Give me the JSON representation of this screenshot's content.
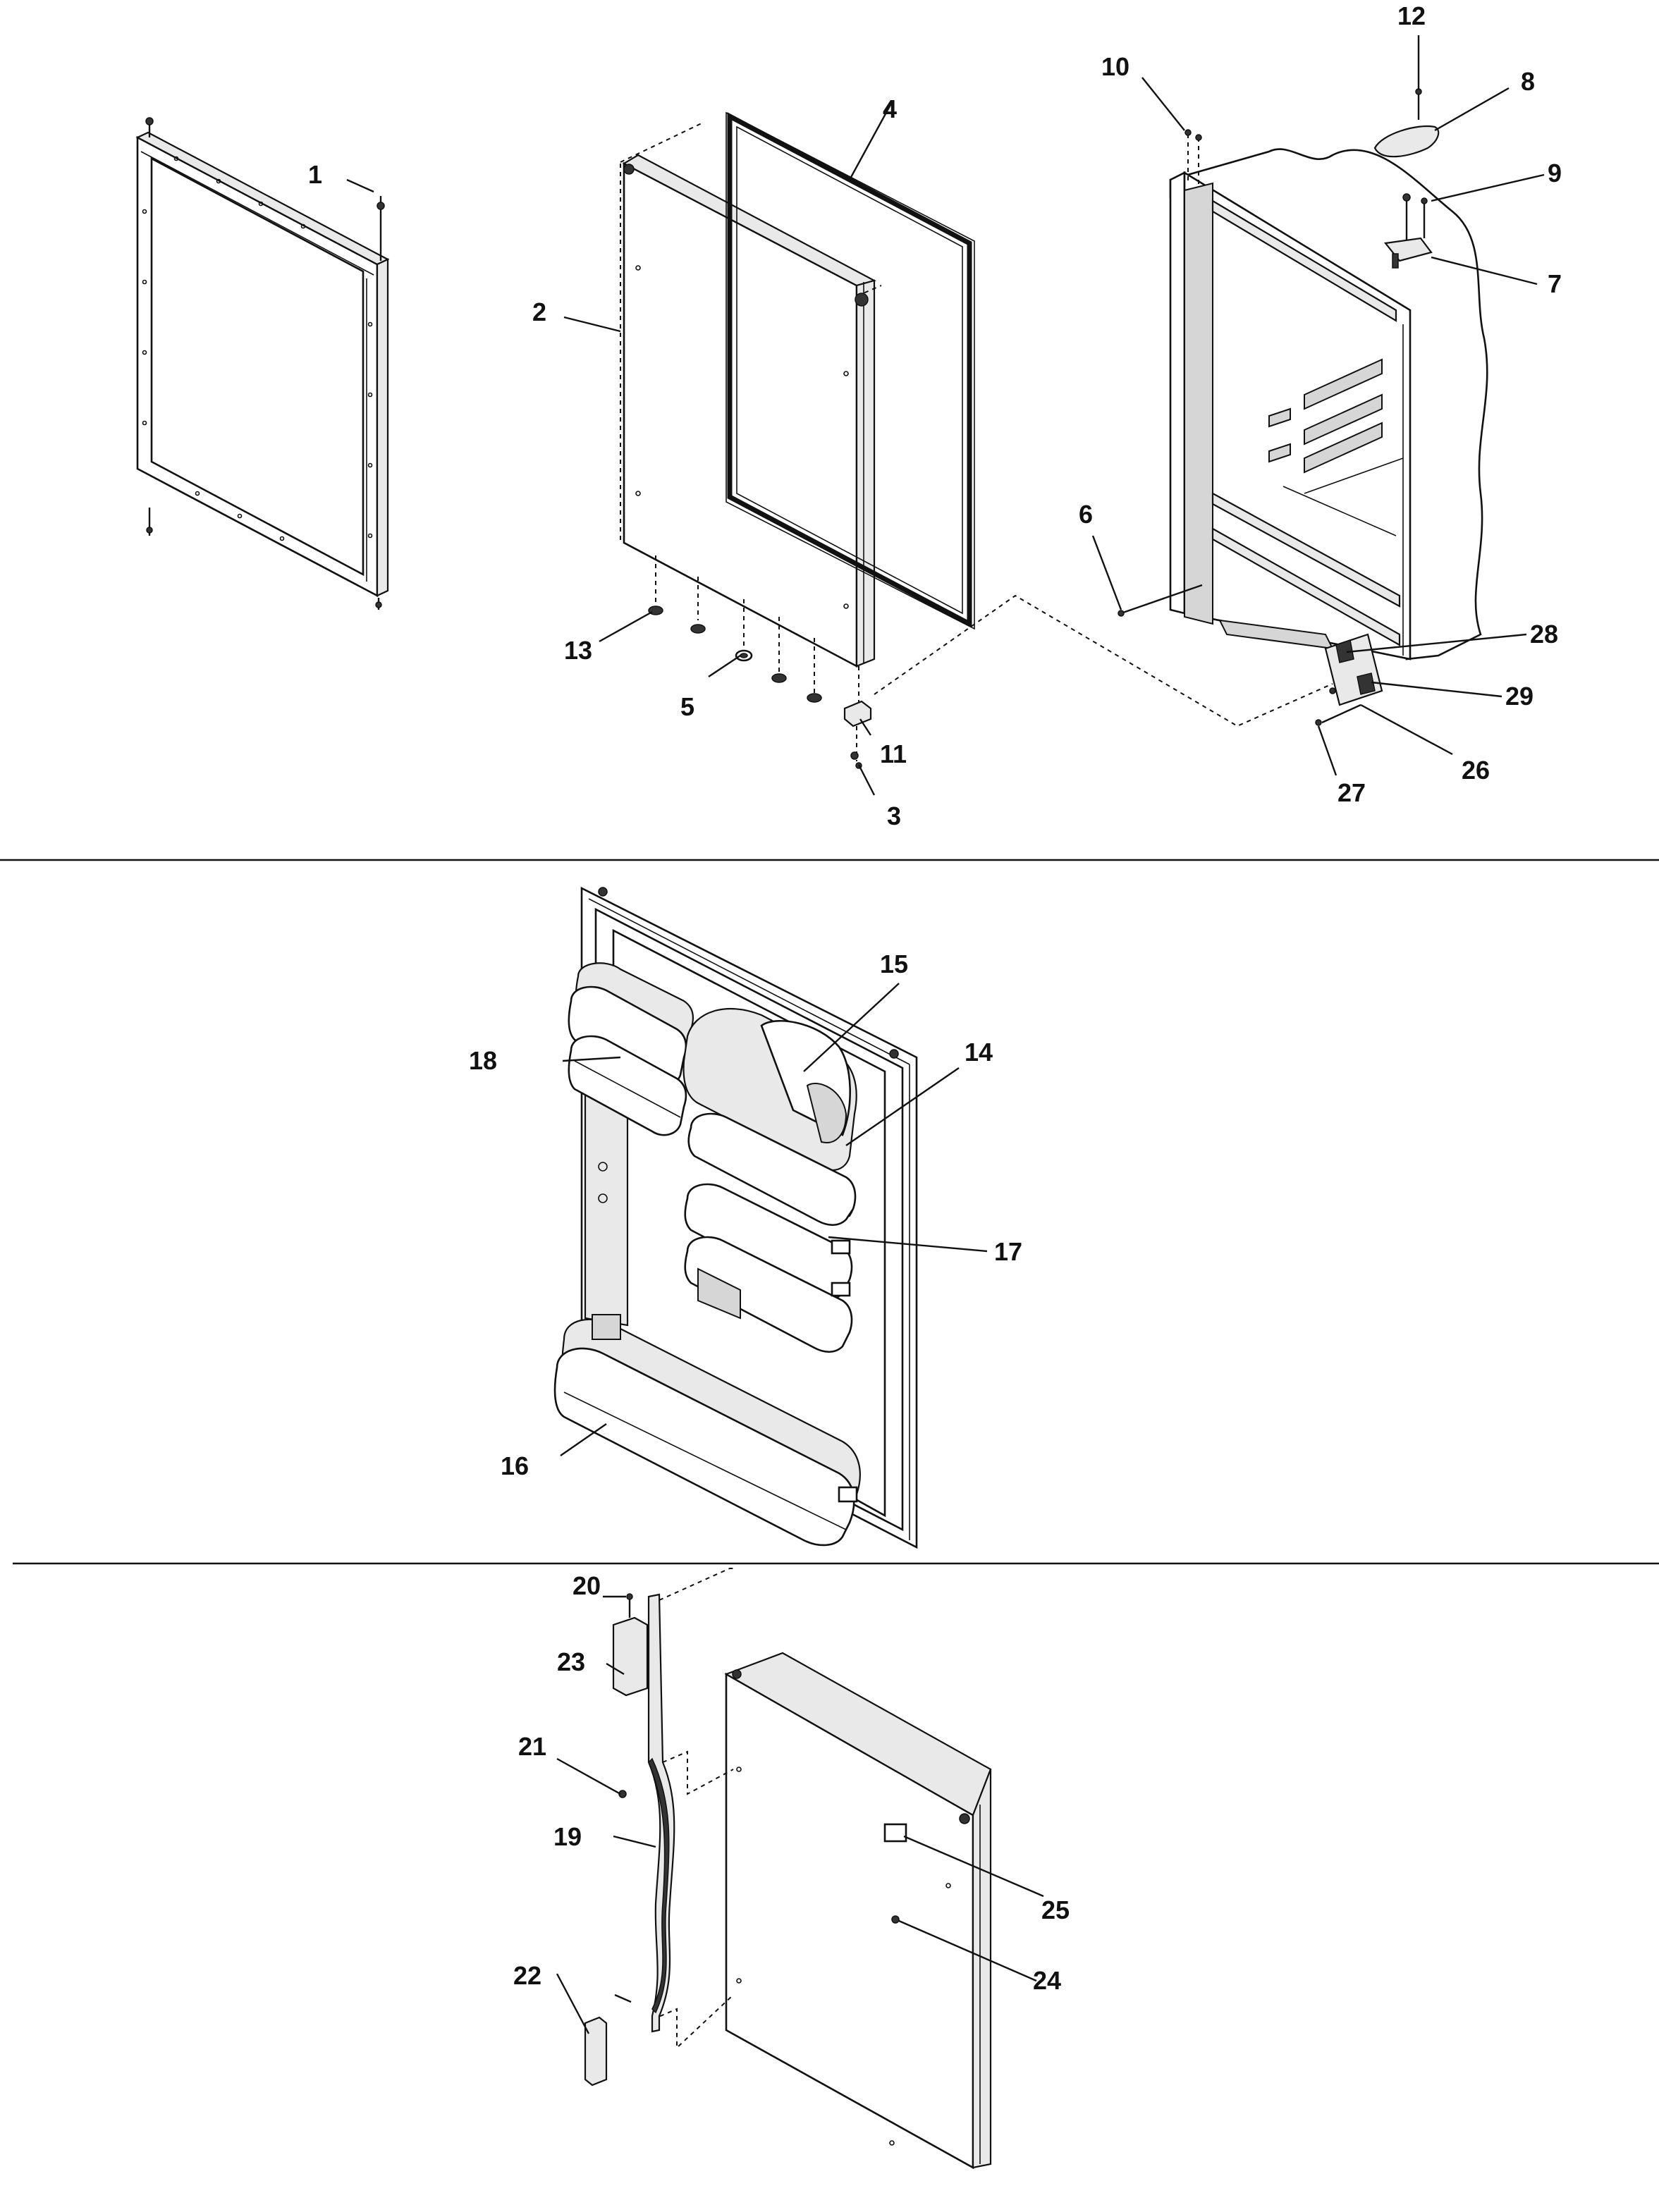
{
  "callouts": {
    "c1": "1",
    "c2": "2",
    "c3": "3",
    "c4": "4",
    "c5": "5",
    "c6": "6",
    "c7": "7",
    "c8": "8",
    "c9": "9",
    "c10": "10",
    "c11": "11",
    "c12": "12",
    "c13": "13",
    "c14": "14",
    "c15": "15",
    "c16": "16",
    "c17": "17",
    "c18": "18",
    "c19": "19",
    "c20": "20",
    "c21": "21",
    "c22": "22",
    "c23": "23",
    "c24": "24",
    "c25": "25",
    "c26": "26",
    "c27": "27",
    "c28": "28",
    "c29": "29"
  },
  "colors": {
    "line": "#111111",
    "shade": "#e9e9e9",
    "background": "#ffffff"
  }
}
